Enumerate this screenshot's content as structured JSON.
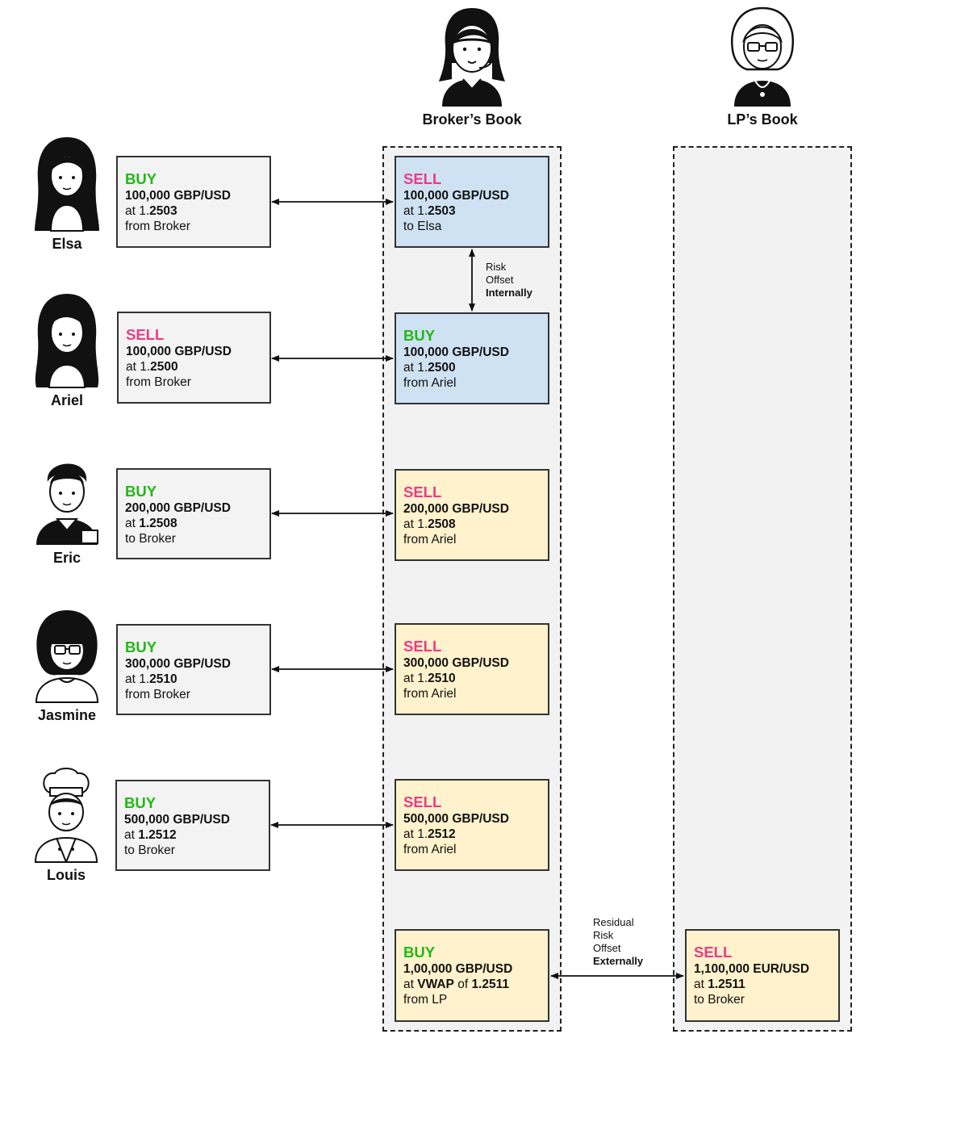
{
  "books": {
    "broker_title": "Broker’s Book",
    "lp_title": "LP’s Book"
  },
  "clients": [
    {
      "name": "Elsa",
      "trade": {
        "side": "BUY",
        "side_type": "buy",
        "qty": "100,000 GBP/USD",
        "at": "at ",
        "price_pre": "1.",
        "price_bold": "2503",
        "party": "from Broker"
      }
    },
    {
      "name": "Ariel",
      "trade": {
        "side": "SELL",
        "side_type": "sell",
        "qty": "100,000 GBP/USD",
        "at": "at ",
        "price_pre": "1.",
        "price_bold": "2500",
        "party": "from Broker"
      }
    },
    {
      "name": "Eric",
      "trade": {
        "side": "BUY",
        "side_type": "buy",
        "qty": "200,000 GBP/USD",
        "at": "at ",
        "price_pre": "",
        "price_bold": "1.2508",
        "party": "to Broker"
      }
    },
    {
      "name": "Jasmine",
      "trade": {
        "side": "BUY",
        "side_type": "buy",
        "qty": "300,000 GBP/USD",
        "at": "at ",
        "price_pre": "1.",
        "price_bold": "2510",
        "party": "from Broker"
      }
    },
    {
      "name": "Louis",
      "trade": {
        "side": "BUY",
        "side_type": "buy",
        "qty": "500,000 GBP/USD",
        "at": "at ",
        "price_pre": "",
        "price_bold": "1.2512",
        "party": "to Broker"
      }
    }
  ],
  "broker_trades": [
    {
      "side": "SELL",
      "side_type": "sell",
      "qty": "100,000 GBP/USD",
      "at": "at ",
      "price_pre": "1.",
      "price_bold": "2503",
      "party": "to Elsa",
      "color": "#cfe2f3"
    },
    {
      "side": "BUY",
      "side_type": "buy",
      "qty": "100,000 GBP/USD",
      "at": "at ",
      "price_pre": "1.",
      "price_bold": "2500",
      "party": "from Ariel",
      "color": "#cfe2f3"
    },
    {
      "side": "SELL",
      "side_type": "sell",
      "qty": "200,000 GBP/USD",
      "at": "at ",
      "price_pre": "1.",
      "price_bold": "2508",
      "party": "from Ariel",
      "color": "#fff2cc"
    },
    {
      "side": "SELL",
      "side_type": "sell",
      "qty": "300,000 GBP/USD",
      "at": "at ",
      "price_pre": "1.",
      "price_bold": "2510",
      "party": "from Ariel",
      "color": "#fff2cc"
    },
    {
      "side": "SELL",
      "side_type": "sell",
      "qty": "500,000 GBP/USD",
      "at": "at ",
      "price_pre": "1.",
      "price_bold": "2512",
      "party": "from Ariel",
      "color": "#fff2cc"
    }
  ],
  "broker_hedge": {
    "side": "BUY",
    "side_type": "buy",
    "qty": "1,00,000 GBP/USD",
    "at_pre": "at ",
    "vwap": "VWAP",
    "of": " of ",
    "price": "1.2511",
    "party": "from LP"
  },
  "lp_trade": {
    "side": "SELL",
    "side_type": "sell",
    "qty": "1,100,000 EUR/USD",
    "at": "at ",
    "price": "1.2511",
    "party": "to Broker"
  },
  "notes": {
    "internal": {
      "line1": "Risk",
      "line2": "Offset",
      "line3": "Internally"
    },
    "external": {
      "line1": "Residual",
      "line2": "Risk",
      "line3": "Offset",
      "line4": "Externally"
    }
  },
  "colors": {
    "buy": "#22b814",
    "sell": "#ee3a86",
    "blue_box": "#cfe2f3",
    "yellow_box": "#fff2cc",
    "grey_box": "#f3f3f3"
  }
}
